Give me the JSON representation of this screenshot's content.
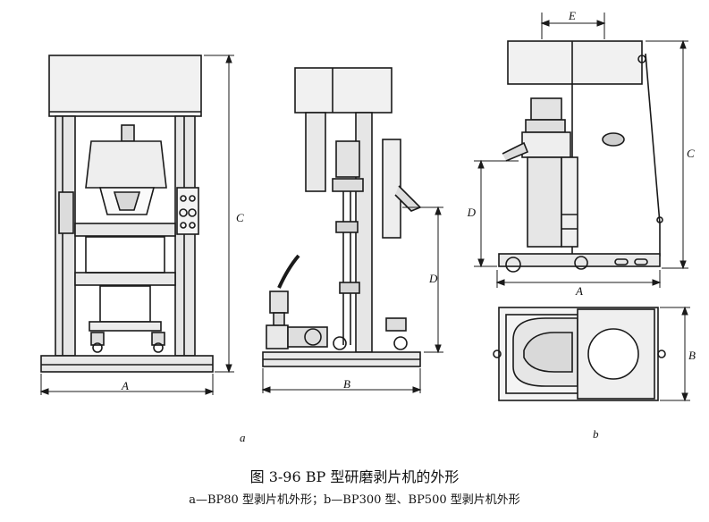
{
  "figure": {
    "title": "图 3-96   BP 型研磨剥片机的外形",
    "subtitle": "a—BP80 型剥片机外形；b—BP300 型、BP500 型剥片机外形"
  },
  "panel_a": {
    "tag": "a",
    "dims": {
      "width": "A",
      "height": "C"
    }
  },
  "panel_mid": {
    "dims": {
      "width": "B",
      "height": "D"
    }
  },
  "panel_b": {
    "tag": "b",
    "dims": {
      "top": "E",
      "height": "C",
      "mid": "D",
      "width": "A",
      "plan": "B"
    }
  }
}
